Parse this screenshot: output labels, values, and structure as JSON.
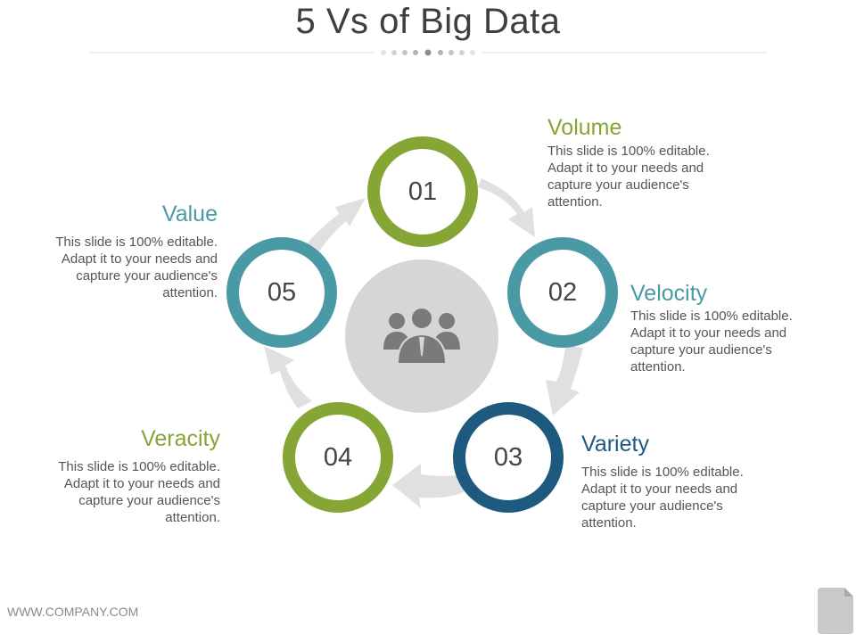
{
  "slide": {
    "title": "5 Vs of Big Data",
    "footer": "WWW.COMPANY.COM",
    "colors": {
      "green": "#85a534",
      "teal": "#4a9aa5",
      "navy": "#1e5a80",
      "arrow": "#e0e0e0",
      "center": "#d6d6d6",
      "people": "#7a7a7a"
    },
    "center_icon": "people-group-icon",
    "corner_icon": "document-icon"
  },
  "items": [
    {
      "number": "01",
      "title": "Volume",
      "color": "#85a534",
      "description": "This slide is 100% editable. Adapt it to your needs and capture your audience's attention."
    },
    {
      "number": "02",
      "title": "Velocity",
      "color": "#4a9aa5",
      "description": "This slide is 100% editable. Adapt it to your needs and capture your audience's attention."
    },
    {
      "number": "03",
      "title": "Variety",
      "color": "#1e5a80",
      "description": "This slide is 100% editable. Adapt it to your needs and capture your audience's attention."
    },
    {
      "number": "04",
      "title": "Veracity",
      "color": "#85a534",
      "description": "This slide is 100% editable. Adapt it to your needs and capture your audience's attention."
    },
    {
      "number": "05",
      "title": "Value",
      "color": "#4a9aa5",
      "description": "This slide is 100% editable. Adapt it to your needs and capture your audience's attention."
    }
  ]
}
